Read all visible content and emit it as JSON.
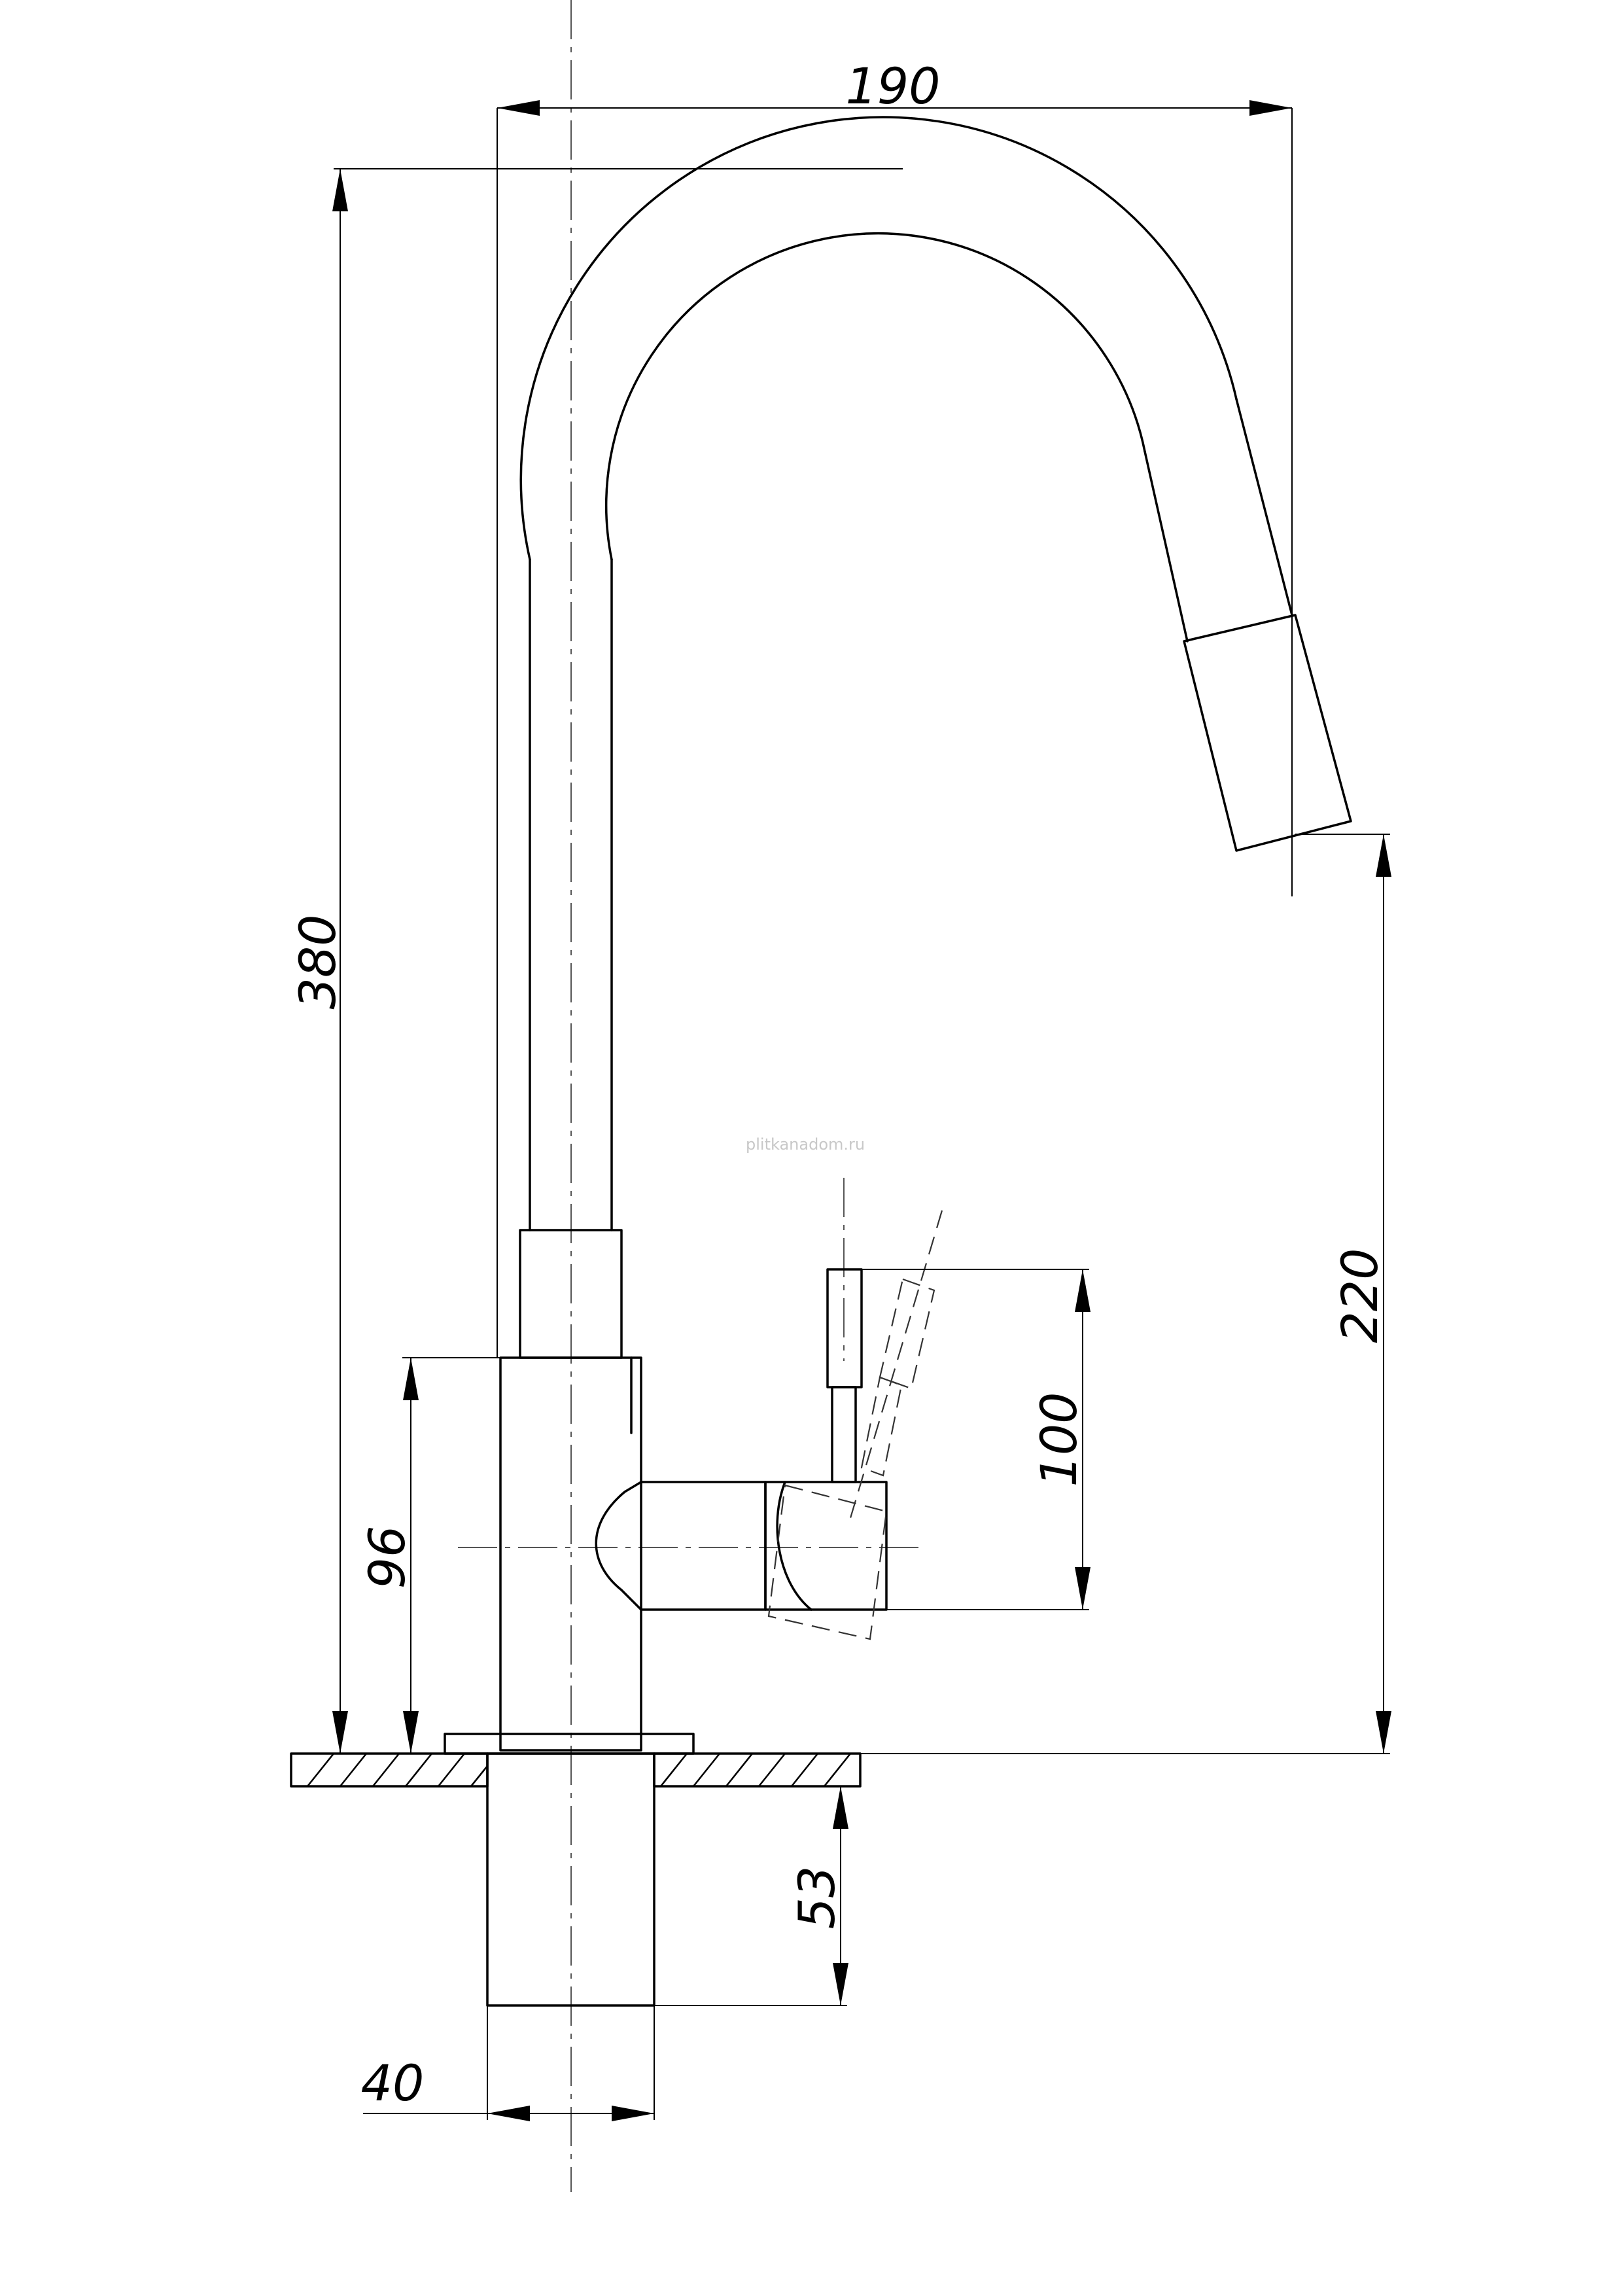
{
  "dimensions": {
    "width_top": "190",
    "total_height": "380",
    "spout_height": "220",
    "lever_height": "100",
    "body_height": "96",
    "shank_length": "53",
    "shank_diameter": "40"
  },
  "watermark": "plitkanadom.ru"
}
